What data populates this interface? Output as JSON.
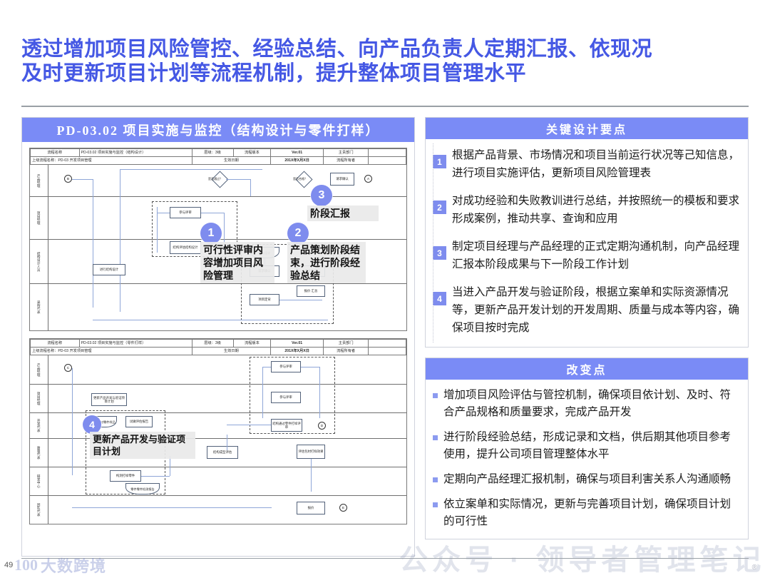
{
  "title": {
    "line1": "透过增加项目风险管控、经验总结、向产品负责人定期汇报、依现况",
    "line2": "及时更新项目计划等流程机制，提升整体项目管理水平",
    "color": "#4558E4"
  },
  "left_panel": {
    "band_title": "PD-03.02 项目实施与监控（结构设计与零件打样）",
    "band_color": "#7A8BF6",
    "charts": [
      {
        "meta": {
          "row1": {
            "label_name": "流程名称",
            "name": "PD-03.02 项目实施与监控（结构设计）",
            "label_level": "层级：3级",
            "label_version": "流程版本",
            "version": "Ver.01",
            "label_dept": "主责部门",
            "dept": ""
          },
          "row2": {
            "parent": "上级流程名称：PD-03 开发项目管理",
            "label_date": "生效日期",
            "date": "201X年X月X日",
            "label_owner": "流程所有者",
            "owner": ""
          }
        },
        "lanes": [
          {
            "label": "产品经理"
          },
          {
            "label": "项目经理"
          },
          {
            "label": "结构设计人员"
          },
          {
            "label": "采购代表"
          }
        ],
        "nodes": [
          {
            "text": "参与评审"
          },
          {
            "text": "结构评估结构设计"
          },
          {
            "text": "进行结构设计"
          },
          {
            "text": "结构设计"
          },
          {
            "text": "需求确认"
          },
          {
            "text": "成本汇总"
          },
          {
            "text": "报价 汇总"
          },
          {
            "text": "请求确认"
          },
          {
            "text": "项目定背"
          }
        ],
        "decisions": [
          {
            "text": "是否通过？"
          },
          {
            "text": "是否合格？"
          }
        ],
        "terminals": [
          {
            "text": "B"
          },
          {
            "text": "A"
          }
        ]
      },
      {
        "meta": {
          "row1": {
            "label_name": "流程名称",
            "name": "PD-03.02 项目实施与监控（零件打样）",
            "label_level": "层级：3级",
            "label_version": "流程版本",
            "version": "Ver.01",
            "label_dept": "主责部门",
            "dept": ""
          },
          "row2": {
            "parent": "上级流程名称：PD-03 开发项目管理",
            "label_date": "生效日期",
            "date": "201X年X月X日",
            "label_owner": "流程所有者",
            "owner": ""
          }
        },
        "lanes": [
          {
            "label": "产品经理"
          },
          {
            "label": "项目经理"
          },
          {
            "label": "开发代表"
          },
          {
            "label": "质量代表"
          },
          {
            "label": "研发中心"
          },
          {
            "label": "团队代表"
          }
        ],
        "nodes": [
          {
            "text": "参与评审"
          },
          {
            "text": "参与评审"
          },
          {
            "text": "结构通过零件打样评审"
          },
          {
            "text": "结构成型评估"
          },
          {
            "text": "构测打样零件"
          },
          {
            "text": "零件零件检测报告"
          },
          {
            "text": "更新产品开发与验证项目计划"
          },
          {
            "text": "评估包材打样效果"
          },
          {
            "text": "试做评估报告"
          },
          {
            "text": "安排委托供应商打样"
          },
          {
            "text": "检查包材零件样品"
          },
          {
            "text": "报价"
          }
        ],
        "terminals": [
          {
            "text": "C"
          },
          {
            "text": "D"
          },
          {
            "text": "E"
          }
        ]
      }
    ],
    "callouts": [
      {
        "num": "1",
        "text": "可行性评审内容增加项目风险管理"
      },
      {
        "num": "2",
        "text": "产品策划阶段结束，进行阶段经验总结"
      },
      {
        "num": "3",
        "text": "阶段汇报"
      },
      {
        "num": "4",
        "text": "更新产品开发与验证项目计划"
      }
    ]
  },
  "key_points": {
    "header": "关键设计要点",
    "items": [
      {
        "num": "1",
        "text": "根据产品背景、市场情况和项目当前运行状况等己知信息，进行项目实施评估，更新项目风险管理表"
      },
      {
        "num": "2",
        "text": "对成功经验和失败教训进行总结，并按照统一的模板和要求形成案例，推动共享、查询和应用"
      },
      {
        "num": "3",
        "text": "制定项目经理与产品经理的正式定期沟通机制，向产品经理汇报本阶段成果与下一阶段工作计划"
      },
      {
        "num": "4",
        "text": "当进入产品开发与验证阶段，根据立案单和实际资源情况等，更新产品开发计划的开发周期、质量与成本等内容，确保项目按时完成"
      }
    ]
  },
  "change_points": {
    "header": "改变点",
    "items": [
      {
        "text": "增加项目风险评估与管控机制，确保项目依计划、及时、符合产品规格和质量要求，完成产品开发"
      },
      {
        "text": "进行阶段经验总结，形成记录和文档，供后期其他项目参考使用，提升公司项目管理整体水平"
      },
      {
        "text": "定期向产品经理汇报机制，确保与项目利害关系人沟通顺畅"
      },
      {
        "text": "依立案单和实际情况，更新与完善项目计划，确保项目计划的可行性"
      }
    ]
  },
  "footer": {
    "page_number": "49",
    "brand_mark": "100",
    "brand_text": "大数跨境",
    "watermark": "公众号 · 领导者管理笔记",
    "registered_mark": "®"
  }
}
